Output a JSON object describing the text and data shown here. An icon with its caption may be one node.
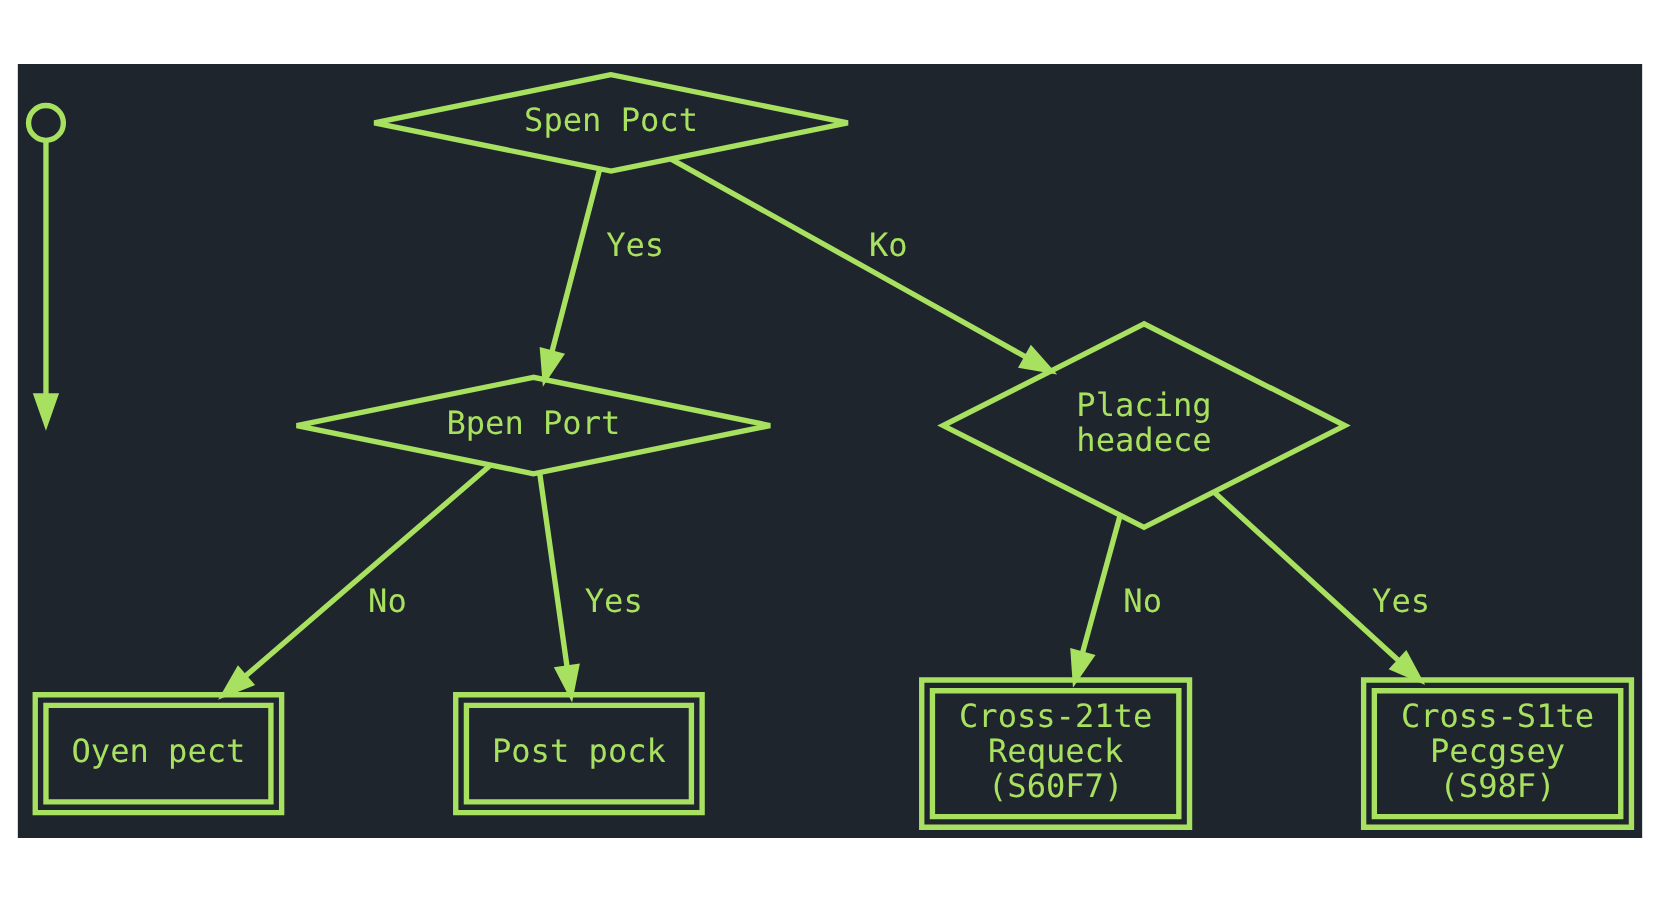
{
  "diagram": {
    "nodes": [
      {
        "text": [],
        "shape": "circle"
      },
      {
        "text": [
          "Spen Poct"
        ]
      },
      {
        "text": [
          "Bpen Port"
        ]
      },
      {
        "text": [
          "Placing headece"
        ]
      },
      {
        "text": [
          "Oyen pect"
        ]
      },
      {
        "text": [
          "Post pock"
        ]
      },
      {
        "text": [
          "Cross-21te Requeck (S60F7)"
        ]
      },
      {
        "text": [
          "Cross-S1te Pecgsey (S98F)"
        ]
      }
    ],
    "edges": [
      {
        "from": 0,
        "to": null,
        "arrow": "to"
      },
      {
        "from": 1,
        "to": 2,
        "arrow": "to",
        "label": "Yes"
      },
      {
        "from": 1,
        "to": 3,
        "arrow": "to",
        "label": "Ko"
      },
      {
        "from": 2,
        "to": 4,
        "arrow": "to",
        "label": "No"
      },
      {
        "from": 2,
        "to": 5,
        "arrow": "to",
        "label": "Yes"
      },
      {
        "from": 3,
        "to": 6,
        "arrow": "to",
        "label": "No"
      },
      {
        "from": 3,
        "to": 7,
        "arrow": "to",
        "label": "Yes"
      }
    ]
  }
}
